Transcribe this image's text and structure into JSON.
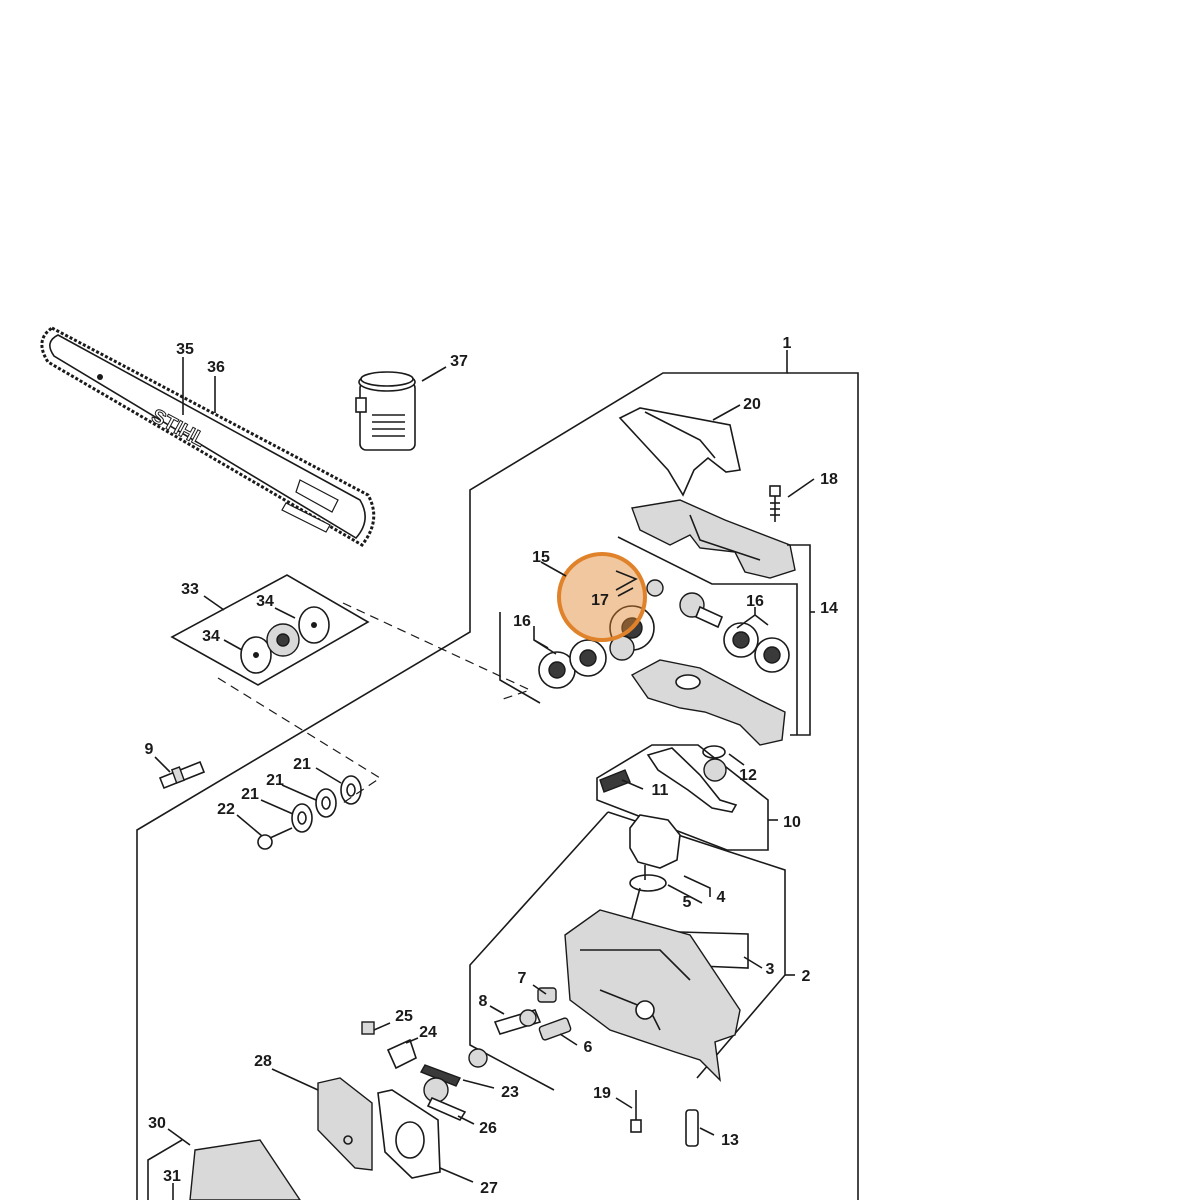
{
  "callouts": {
    "c1": "1",
    "c2": "2",
    "c3": "3",
    "c4": "4",
    "c5": "5",
    "c6": "6",
    "c7": "7",
    "c8": "8",
    "c9": "9",
    "c10": "10",
    "c11": "11",
    "c12": "12",
    "c13": "13",
    "c14": "14",
    "c15": "15",
    "c16a": "16",
    "c16b": "16",
    "c17": "17",
    "c18": "18",
    "c19": "19",
    "c20": "20",
    "c21a": "21",
    "c21b": "21",
    "c22": "22",
    "c23": "23",
    "c24": "24",
    "c25": "25",
    "c26": "26",
    "c27": "27",
    "c28": "28",
    "c30": "30",
    "c31": "31",
    "c33": "33",
    "c34a": "34",
    "c34b": "34",
    "c35": "35",
    "c36": "36",
    "c37": "37"
  },
  "bar_logo": "STIHL",
  "highlight": {
    "part": "17",
    "color": "#e0822a"
  }
}
